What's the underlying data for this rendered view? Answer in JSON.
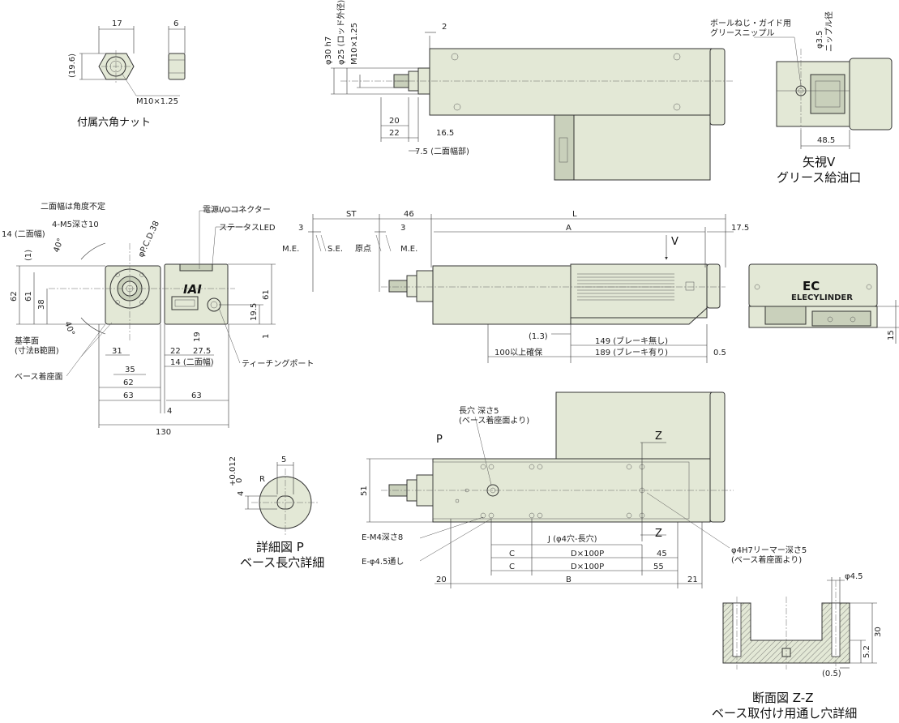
{
  "captions": {
    "nut": "付属六角ナット",
    "view_v_1": "矢視V",
    "view_v_2": "グリース給油口",
    "detail_p_1": "詳細図 P",
    "detail_p_2": "ベース長穴詳細",
    "section_zz_1": "断面図 Z-Z",
    "section_zz_2": "ベース取付け用通し穴詳細"
  },
  "nut": {
    "d17": "17",
    "d6": "6",
    "d19_6": "(19.6)",
    "thread": "M10×1.25"
  },
  "top_view": {
    "d2": "2",
    "phi30": "φ30 h7",
    "phi25": "φ25 (ロッド外径)",
    "m10": "M10×1.25",
    "d20": "20",
    "d22": "22",
    "d16_5": "16.5",
    "d7_5": "7.5 (二面幅部)"
  },
  "view_v": {
    "grease_1": "ボールねじ・ガイド用",
    "grease_2": "グリースニップル",
    "phi3_5": "φ3.5",
    "nipple": "ニップル径",
    "d48_5": "48.5"
  },
  "end_view": {
    "across_flats_angle": "二面幅は角度不定",
    "m5": "4-M5深さ10",
    "d14_flats": "14 (二面幅)",
    "d1": "(1)",
    "pcd": "φP.C.D.38",
    "connector": "電源I/Oコネクター",
    "status_led": "ステータスLED",
    "logo": "IAI",
    "ang40a": "40°",
    "ang40b": "40°",
    "d62": "62",
    "d61l": "61",
    "d38": "38",
    "d61r": "61",
    "d19_5": "19.5",
    "d1b": "1",
    "ref_surface_1": "基準面",
    "ref_surface_2": "(寸法B範囲)",
    "base_seat": "ベース着座面",
    "teaching_port": "ティーチングポート",
    "d31": "31",
    "d35": "35",
    "d62b": "62",
    "d63a": "63",
    "d22": "22",
    "d27_5": "27.5",
    "d19": "19",
    "d14b": "14 (二面幅)",
    "d4": "4",
    "d63b": "63",
    "d130": "130"
  },
  "side_view": {
    "d3a": "3",
    "st": "ST",
    "d46": "46",
    "l": "L",
    "d17_5": "17.5",
    "d3b": "3",
    "a": "A",
    "me1": "M.E.",
    "se": "S.E.",
    "origin": "原点",
    "me2": "M.E.",
    "v": "V",
    "d1_3": "(1.3)",
    "d149": "149 (ブレーキ無し)",
    "d189": "189 (ブレーキ有り)",
    "d100": "100以上確保",
    "d0_5": "0.5"
  },
  "back_view": {
    "logo": "EC",
    "brand": "ELECYLINDER",
    "d15": "15"
  },
  "detail_p": {
    "d5": "5",
    "d4": "4",
    "tol_hi": "+0.012",
    "tol_lo": "0",
    "r": "R"
  },
  "bottom_view": {
    "slot_1": "長穴 深さ5",
    "slot_2": "(ベース着座面より)",
    "p": "P",
    "z1": "Z",
    "z2": "Z",
    "d51": "51",
    "em4": "E-M4深さ8",
    "ephi": "E-φ4.5通し",
    "j": "J (φ4穴-長穴)",
    "c1": "C",
    "dx1": "D×100P",
    "d45": "45",
    "c2": "C",
    "dx2": "D×100P",
    "d55": "55",
    "d20": "20",
    "b": "B",
    "d21": "21",
    "reamer_1": "φ4H7リーマー深さ5",
    "reamer_2": "(ベース着座面より)"
  },
  "section_zz": {
    "phi4_5": "φ4.5",
    "d30": "30",
    "d5_2": "5.2",
    "d0_5": "(0.5)"
  }
}
